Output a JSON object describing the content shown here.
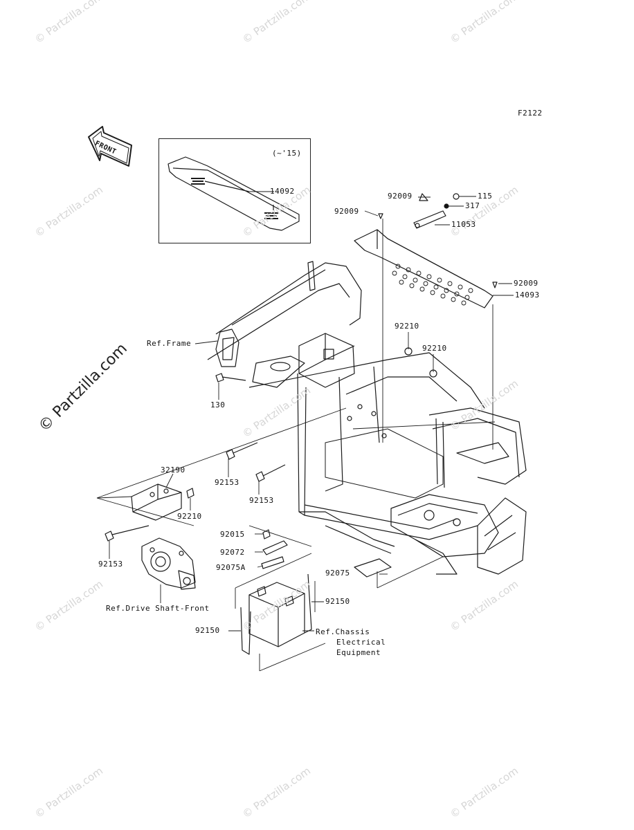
{
  "figure_code": "F2122",
  "inset_note": "(~'15)",
  "front_arrow_text": "FRONT",
  "watermark": "© Partzilla.com",
  "parts": [
    {
      "id": "p14092",
      "text": "14092"
    },
    {
      "id": "p92009a",
      "text": "92009"
    },
    {
      "id": "p92009b",
      "text": "92009"
    },
    {
      "id": "p115",
      "text": "115"
    },
    {
      "id": "p317",
      "text": "317"
    },
    {
      "id": "p11053",
      "text": "11053"
    },
    {
      "id": "p92009c",
      "text": "92009"
    },
    {
      "id": "p14093",
      "text": "14093"
    },
    {
      "id": "p92210a",
      "text": "92210"
    },
    {
      "id": "p92210b",
      "text": "92210"
    },
    {
      "id": "pFrame",
      "text": "Ref.Frame"
    },
    {
      "id": "p130",
      "text": "130"
    },
    {
      "id": "p92153a",
      "text": "92153"
    },
    {
      "id": "p92153b",
      "text": "92153"
    },
    {
      "id": "p32190",
      "text": "32190"
    },
    {
      "id": "p92210c",
      "text": "92210"
    },
    {
      "id": "p92153c",
      "text": "92153"
    },
    {
      "id": "pDrive",
      "text": "Ref.Drive Shaft-Front"
    },
    {
      "id": "p92015",
      "text": "92015"
    },
    {
      "id": "p92072",
      "text": "92072"
    },
    {
      "id": "p92075A",
      "text": "92075A"
    },
    {
      "id": "p92075",
      "text": "92075"
    },
    {
      "id": "p92150a",
      "text": "92150"
    },
    {
      "id": "p92150b",
      "text": "92150"
    },
    {
      "id": "pChassis1",
      "text": "Ref.Chassis"
    },
    {
      "id": "pChassis2",
      "text": "Electrical"
    },
    {
      "id": "pChassis3",
      "text": "Equipment"
    }
  ]
}
